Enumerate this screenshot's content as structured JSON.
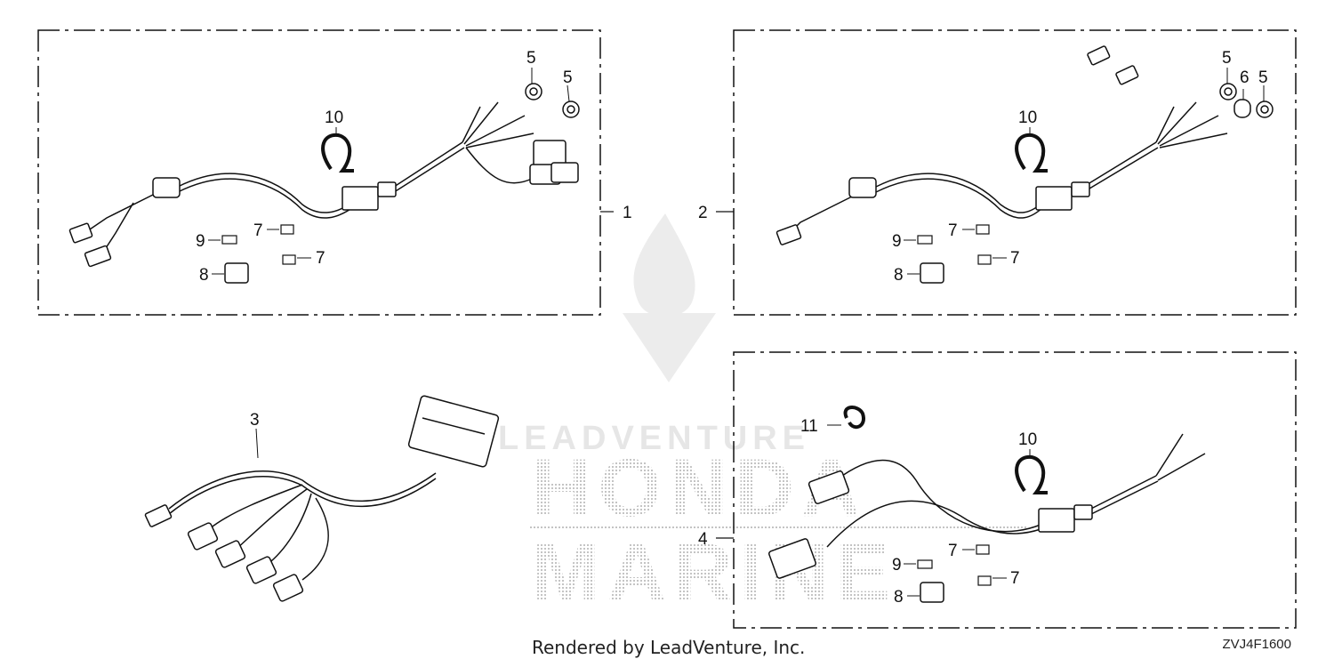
{
  "callouts": {
    "p1": {
      "c1": "1",
      "c5a": "5",
      "c5b": "5",
      "c10": "10",
      "c7a": "7",
      "c7b": "7",
      "c9": "9",
      "c8": "8"
    },
    "p2": {
      "c2": "2",
      "c5a": "5",
      "c6": "6",
      "c5b": "5",
      "c10": "10",
      "c7a": "7",
      "c7b": "7",
      "c9": "9",
      "c8": "8"
    },
    "p3": {
      "c3": "3"
    },
    "p4": {
      "c4": "4",
      "c11": "11",
      "c10": "10",
      "c7a": "7",
      "c7b": "7",
      "c9": "9",
      "c8": "8"
    }
  },
  "watermark": {
    "brand_top": "HONDA",
    "brand_bottom": "MARINE",
    "vendor": "LEADVENTURE"
  },
  "footer": {
    "rendered_by": "Rendered by LeadVenture, Inc.",
    "diagram_code": "ZVJ4F1600"
  }
}
